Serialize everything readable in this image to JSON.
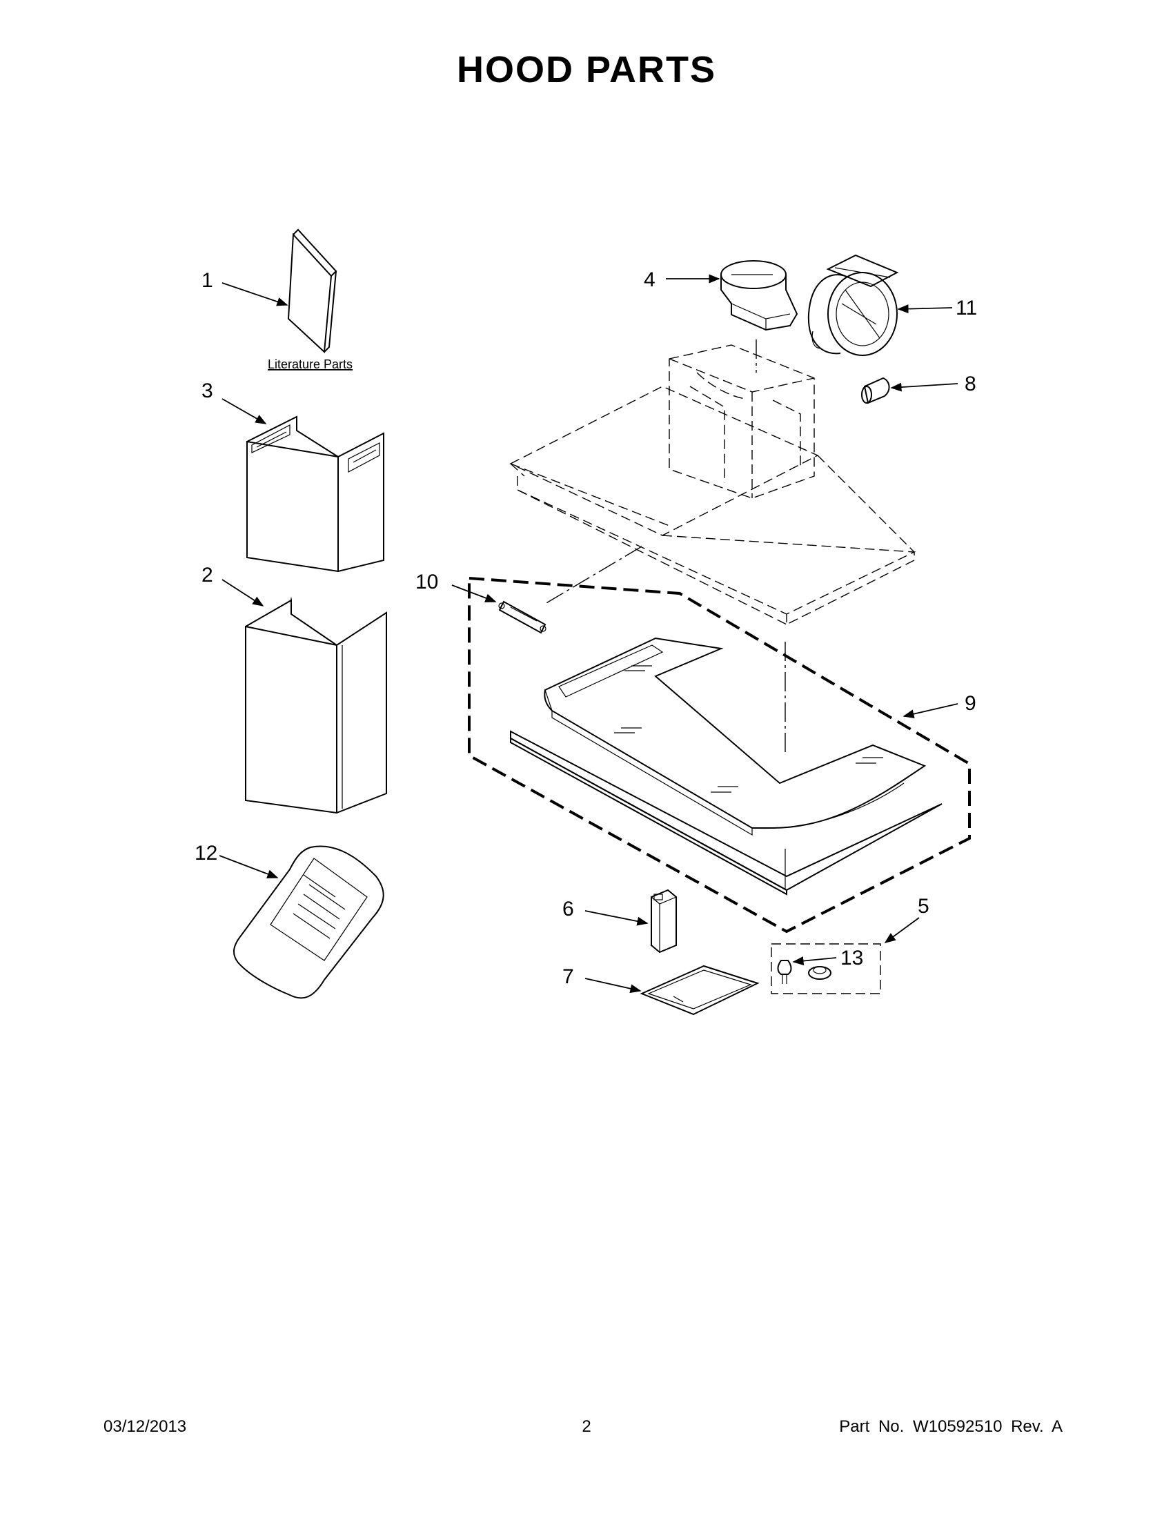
{
  "title": "HOOD PARTS",
  "literature_label": "Literature Parts",
  "callouts": {
    "c1": "1",
    "c2": "2",
    "c3": "3",
    "c4": "4",
    "c5": "5",
    "c6": "6",
    "c7": "7",
    "c8": "8",
    "c9": "9",
    "c10": "10",
    "c11": "11",
    "c12": "12",
    "c13": "13"
  },
  "footer": {
    "date": "03/12/2013",
    "page": "2",
    "part": "Part No.  W10592510  Rev.  A"
  }
}
